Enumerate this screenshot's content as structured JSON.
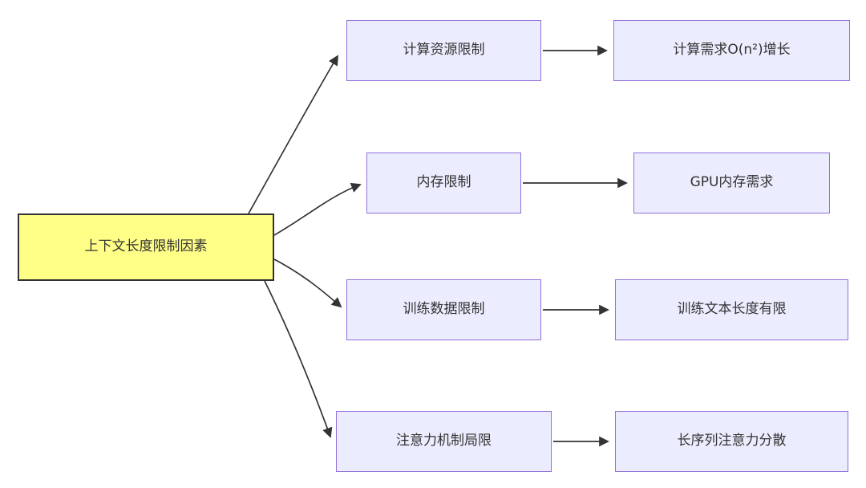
{
  "diagram": {
    "root": {
      "label": "上下文长度限制因素"
    },
    "branches": [
      {
        "cause": "计算资源限制",
        "effect": "计算需求O(n²)增长"
      },
      {
        "cause": "内存限制",
        "effect": "GPU内存需求"
      },
      {
        "cause": "训练数据限制",
        "effect": "训练文本长度有限"
      },
      {
        "cause": "注意力机制局限",
        "effect": "长序列注意力分散"
      }
    ],
    "colors": {
      "root_fill": "#ffff88",
      "root_stroke": "#323232",
      "node_fill": "#ececff",
      "node_stroke": "#9370db",
      "edge": "#333333",
      "text": "#333333",
      "background": "#ffffff"
    }
  }
}
